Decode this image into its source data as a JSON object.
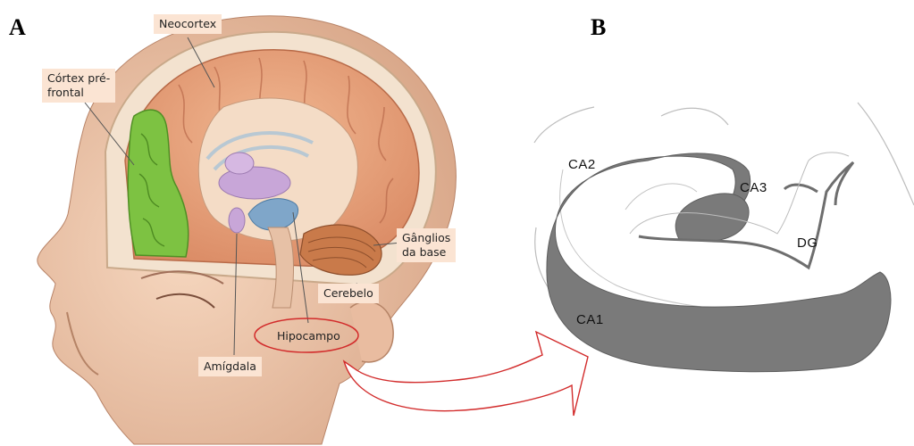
{
  "panels": {
    "a": "A",
    "b": "B"
  },
  "brain_labels": {
    "neocortex": "Neocortex",
    "prefrontal_line1": "Córtex pré-",
    "prefrontal_line2": "frontal",
    "basal_ganglia_line1": "Gânglios",
    "basal_ganglia_line2": "da base",
    "cerebellum": "Cerebelo",
    "hippocampus": "Hipocampo",
    "amygdala": "Amígdala"
  },
  "hippocampus_regions": {
    "ca1": "CA1",
    "ca2": "CA2",
    "ca3": "CA3",
    "dg": "DG"
  },
  "colors": {
    "callout_bg": "#fbe4d3",
    "prefrontal": "#7dc242",
    "cortex": "#e8a27a",
    "basal_ganglia": "#c8a6d8",
    "hippocampus": "#7fa6c9",
    "cerebellum": "#c97a4a",
    "highlight": "#d22b2b",
    "ca_band": "#7a7a7a"
  }
}
